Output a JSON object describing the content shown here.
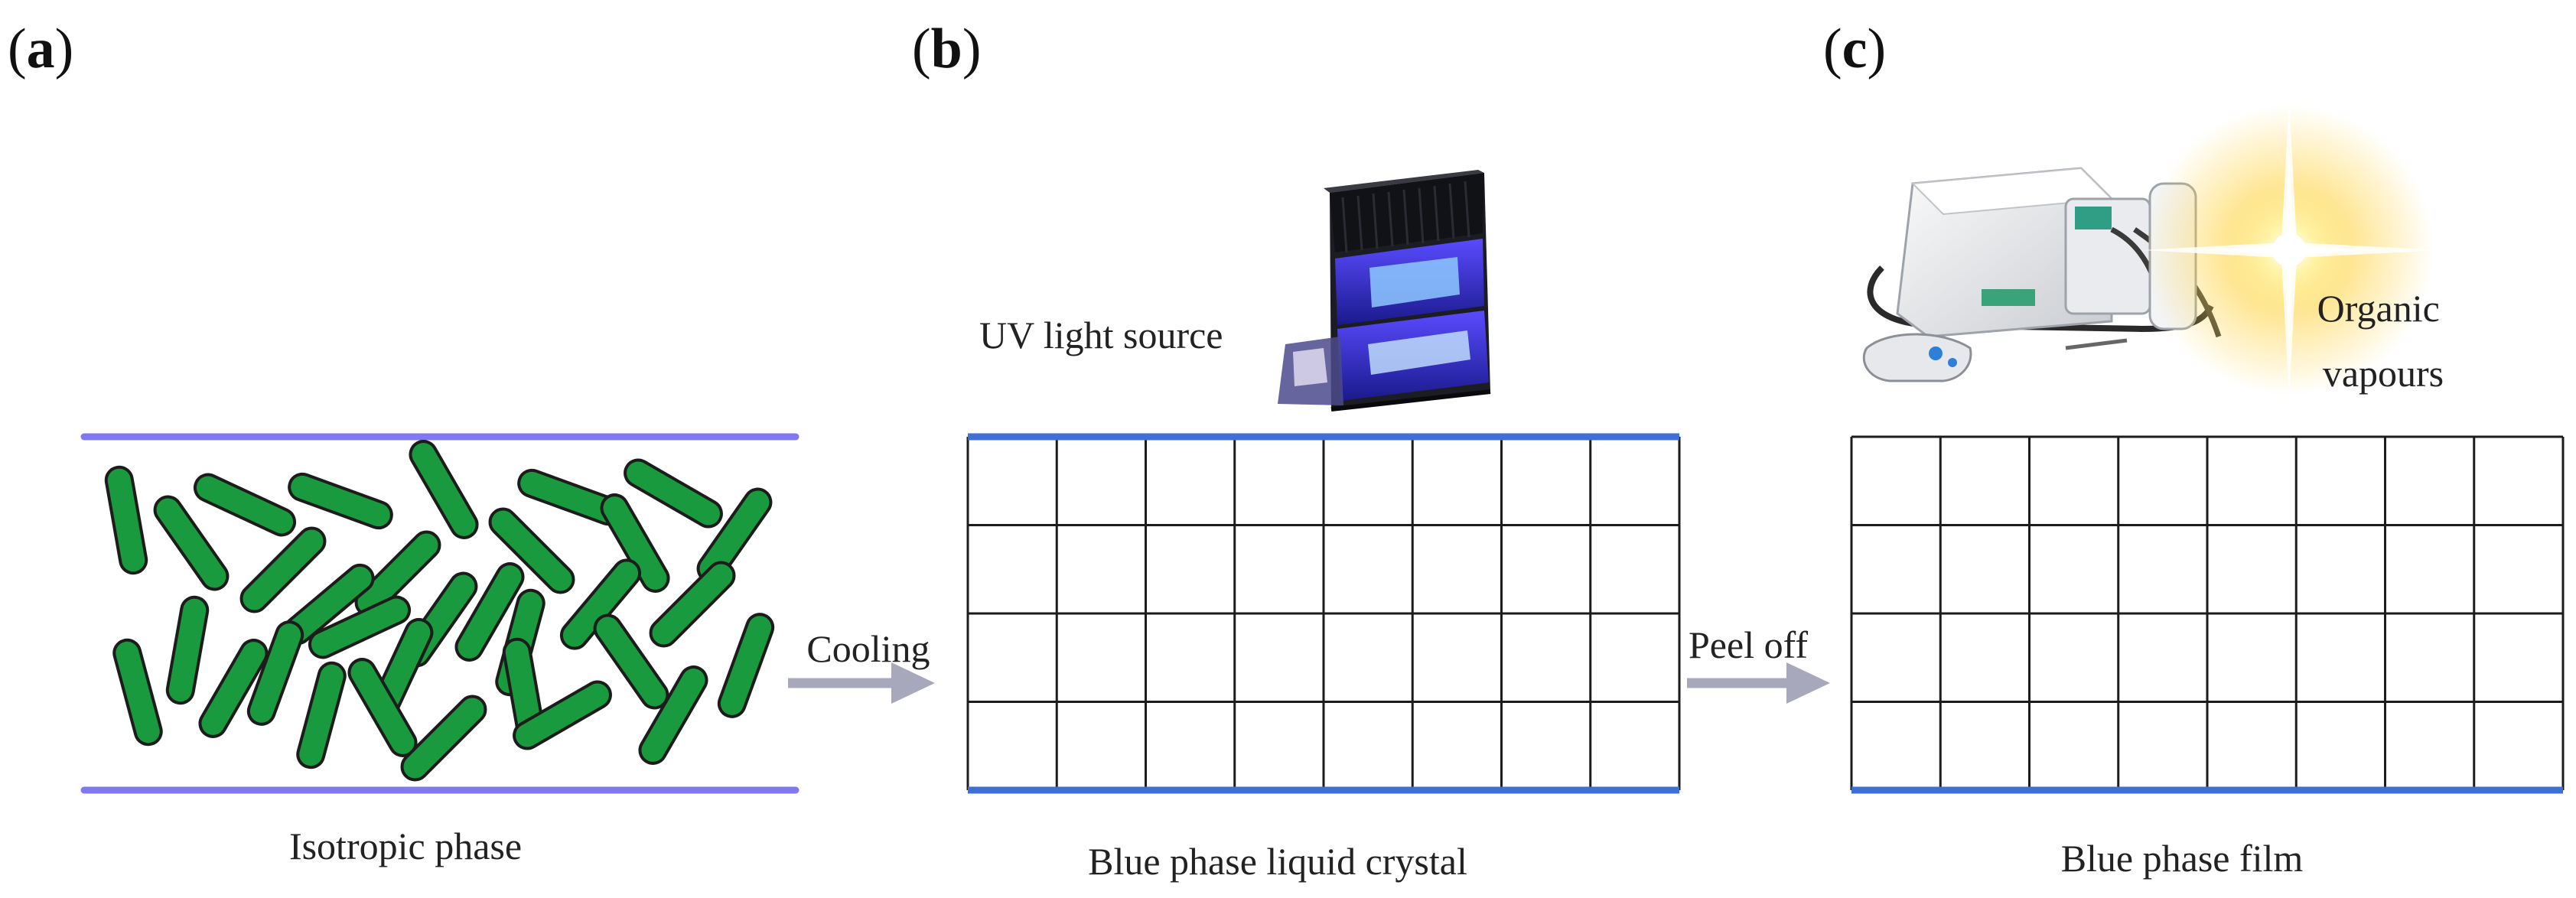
{
  "panels": [
    {
      "letter": "a",
      "caption": "Isotropic phase"
    },
    {
      "letter": "b",
      "caption": "Blue phase liquid crystal"
    },
    {
      "letter": "c",
      "caption": "Blue phase film"
    }
  ],
  "labels": {
    "uv_source": "UV light source",
    "organic_line1": "Organic",
    "organic_line2": "vapours"
  },
  "arrows": {
    "cooling": "Cooling",
    "peel_off": "Peel off"
  },
  "colors": {
    "rod_fill": "#1a9a3e",
    "rod_stroke": "#1c1c1c",
    "plate_a": "#8078f0",
    "plate_bc": "#3d6fd6",
    "grid": "#1c1c1c",
    "arrow": "#a8a8bc",
    "uv_glow": "#3a3cff",
    "vapour_glow": "#ffcc33"
  },
  "icons": {
    "uv_device": "uv-lamp-icon",
    "spectrometer": "spectrometer-icon",
    "vapour_flare": "light-flare-icon"
  }
}
